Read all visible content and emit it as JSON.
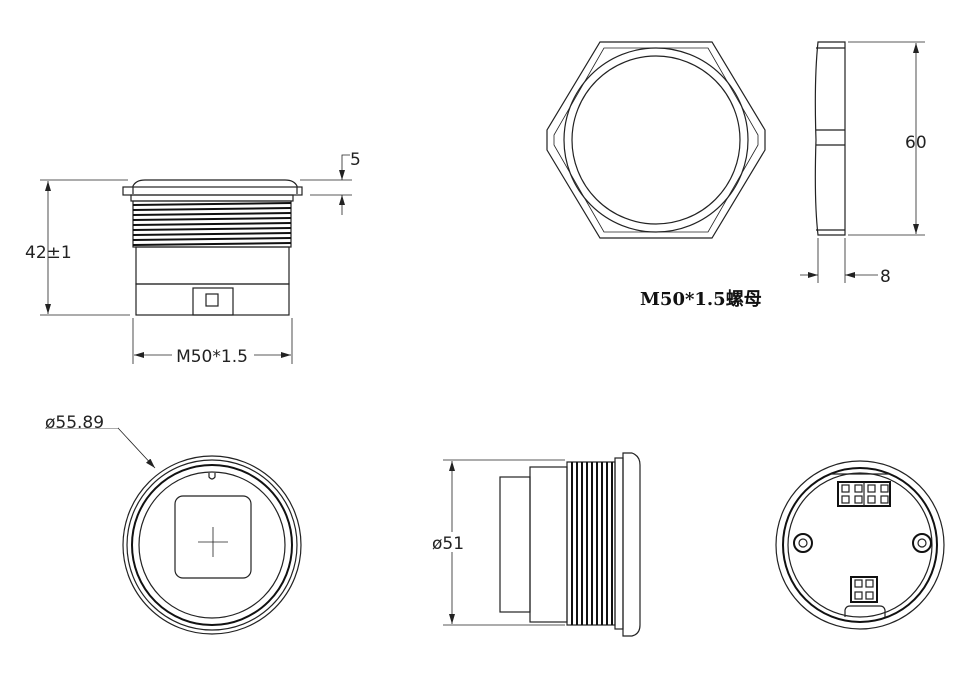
{
  "side_view": {
    "flange_thickness": "5",
    "height": "42±1",
    "thread": "M50*1.5"
  },
  "nut": {
    "across_corners": "60",
    "thickness": "8",
    "caption": "M50*1.5螺母"
  },
  "front_view": {
    "diameter": "ø55.89"
  },
  "side_view_2": {
    "diameter": "ø51"
  }
}
